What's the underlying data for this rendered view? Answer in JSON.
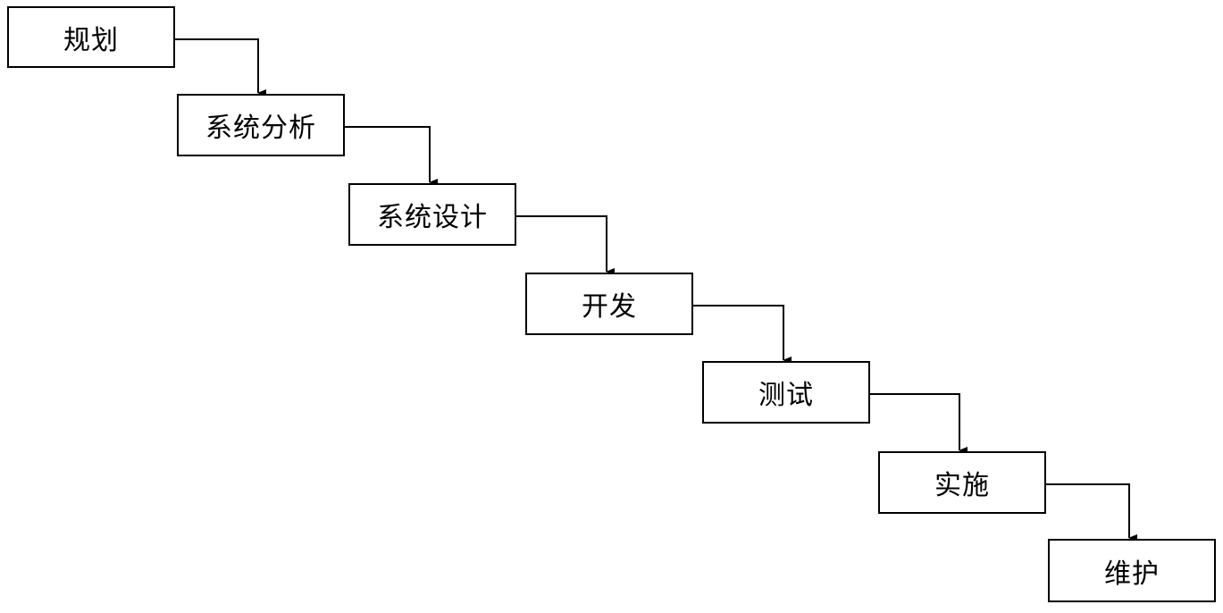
{
  "diagram": {
    "type": "waterfall",
    "stages": [
      {
        "label": "规划"
      },
      {
        "label": "系统分析"
      },
      {
        "label": "系统设计"
      },
      {
        "label": "开发"
      },
      {
        "label": "测试"
      },
      {
        "label": "实施"
      },
      {
        "label": "维护"
      }
    ],
    "colors": {
      "line": "#000000",
      "box_border": "#000000",
      "box_fill": "#ffffff",
      "text": "#000000"
    }
  }
}
